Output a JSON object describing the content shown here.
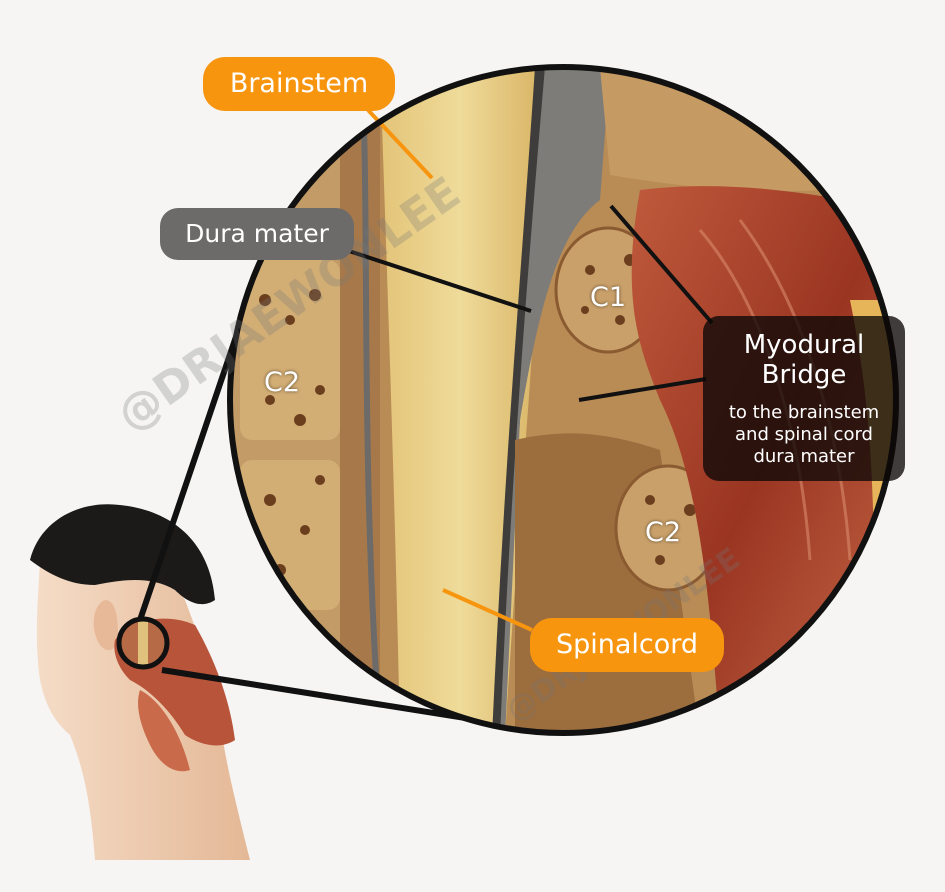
{
  "labels": {
    "brainstem": "Brainstem",
    "dura_mater": "Dura mater",
    "spinalcord": "Spinalcord",
    "myodural_title": "Myodural\nBridge",
    "myodural_desc": "to the brainstem\nand spinal cord\ndura mater"
  },
  "vertebrae": {
    "c2_left": "C2",
    "c1": "C1",
    "c2_right": "C2"
  },
  "watermarks": [
    "@DRJAEWONLEE",
    "@DRJAEWONLEE"
  ],
  "colors": {
    "accent_orange": "#f7950f",
    "dura_label_gray": "#6c6b69",
    "spinal_cord_yellow": "#e8cf86",
    "muscle_red": "#a8432c",
    "bone_tan": "#c79d63"
  }
}
